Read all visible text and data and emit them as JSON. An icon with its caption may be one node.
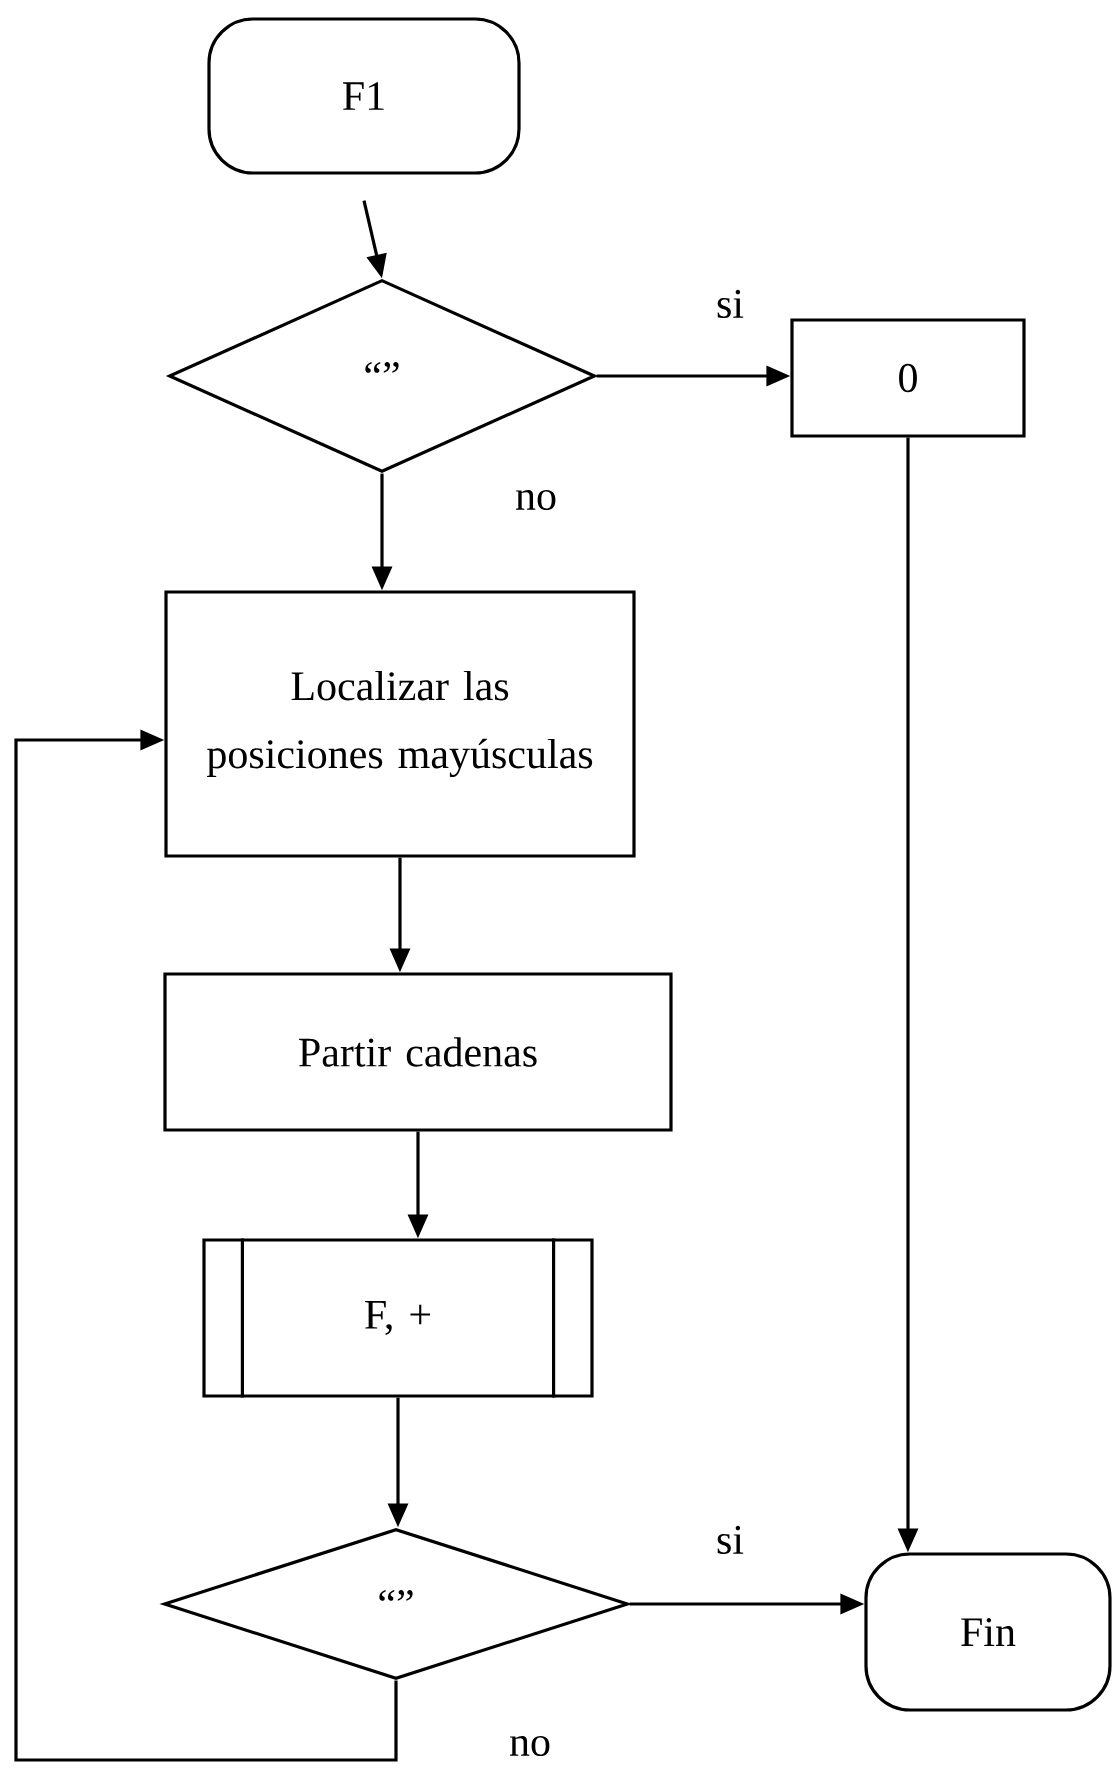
{
  "diagram": {
    "nodes": [
      {
        "text": [
          "F1"
        ]
      },
      {
        "text": [
          "“”"
        ]
      },
      {
        "text": [
          "0"
        ]
      },
      {
        "text": [
          "Localizar las posiciones mayúsculas"
        ]
      },
      {
        "text": [
          "Partir cadenas"
        ]
      },
      {
        "text": [
          "F, +"
        ]
      },
      {
        "text": [
          "“”"
        ]
      },
      {
        "text": [
          "Fin"
        ]
      }
    ],
    "edges": [
      {
        "from": 0,
        "to": 1,
        "arrow": "to"
      },
      {
        "from": 1,
        "to": 2,
        "arrow": "to",
        "label": "si"
      },
      {
        "from": 1,
        "to": 3,
        "arrow": "to",
        "label": "no"
      },
      {
        "from": 2,
        "to": 7,
        "arrow": "to"
      },
      {
        "from": 3,
        "to": 4,
        "arrow": "to"
      },
      {
        "from": 4,
        "to": 5,
        "arrow": "to"
      },
      {
        "from": 5,
        "to": 6,
        "arrow": "to"
      },
      {
        "from": 6,
        "to": 7,
        "arrow": "to",
        "label": "si"
      },
      {
        "from": 6,
        "to": 3,
        "arrow": "to",
        "label": "no"
      }
    ]
  }
}
